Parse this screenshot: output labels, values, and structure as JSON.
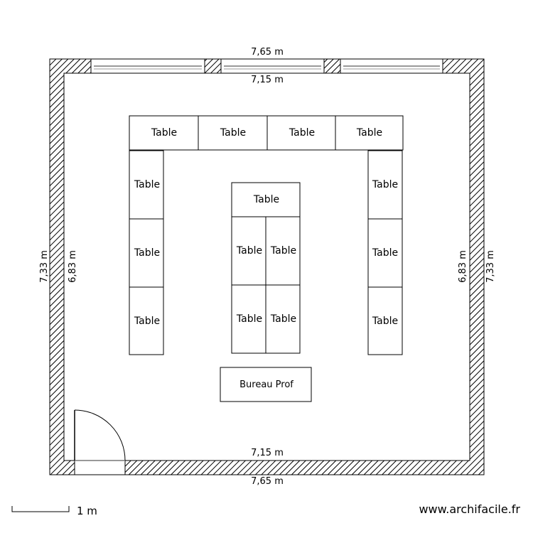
{
  "dimensions": {
    "top_outer": "7,65 m",
    "top_inner": "7,15 m",
    "bottom_inner": "7,15 m",
    "bottom_outer": "7,65 m",
    "left_outer": "7,33 m",
    "left_inner": "6,83 m",
    "right_inner": "6,83 m",
    "right_outer": "7,33 m"
  },
  "furniture": {
    "table_label": "Table",
    "desk_label": "Bureau Prof"
  },
  "scale": {
    "label": "1 m"
  },
  "watermark": "www.archifacile.fr",
  "colors": {
    "line": "#000000",
    "window": "#999999",
    "background": "#ffffff"
  }
}
